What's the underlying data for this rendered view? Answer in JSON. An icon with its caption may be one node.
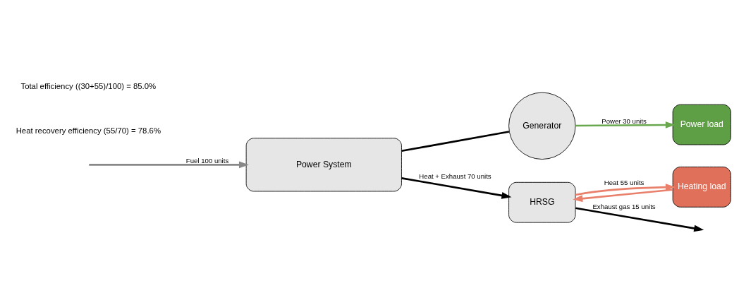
{
  "diagram": {
    "nodes": [
      {
        "text": [
          "Power System"
        ]
      },
      {
        "text": [
          "Generator"
        ]
      },
      {
        "text": [
          "HRSG"
        ]
      },
      {
        "text": [
          "Heating load"
        ]
      },
      {
        "text": [
          "Power load"
        ]
      }
    ],
    "edges": [
      {
        "from": null,
        "to": 0,
        "arrow": "to",
        "label": "Fuel 100 units",
        "color": "#888888"
      },
      {
        "from": 0,
        "to": 2,
        "arrow": "to",
        "label": "Heat + Exhaust 70 units"
      },
      {
        "from": 2,
        "to": null,
        "arrow": "to",
        "label": "Exhaust gas 15 units"
      },
      {
        "from": 2,
        "to": 3,
        "arrow": "to",
        "label": "Heat 55 units",
        "color": "#e8806c"
      },
      {
        "from": 3,
        "to": 2,
        "arrow": "to",
        "color": "#e8806c"
      },
      {
        "from": 0,
        "to": 1,
        "arrow": "none"
      },
      {
        "from": 1,
        "to": 4,
        "arrow": "to",
        "label": "Power 30 units",
        "color": "#6aa84f"
      }
    ],
    "labels": [
      "Heat recovery efficiency (55/70) = 78.6%",
      "Total efficiency ((30+55)/100) = 85.0%"
    ]
  }
}
